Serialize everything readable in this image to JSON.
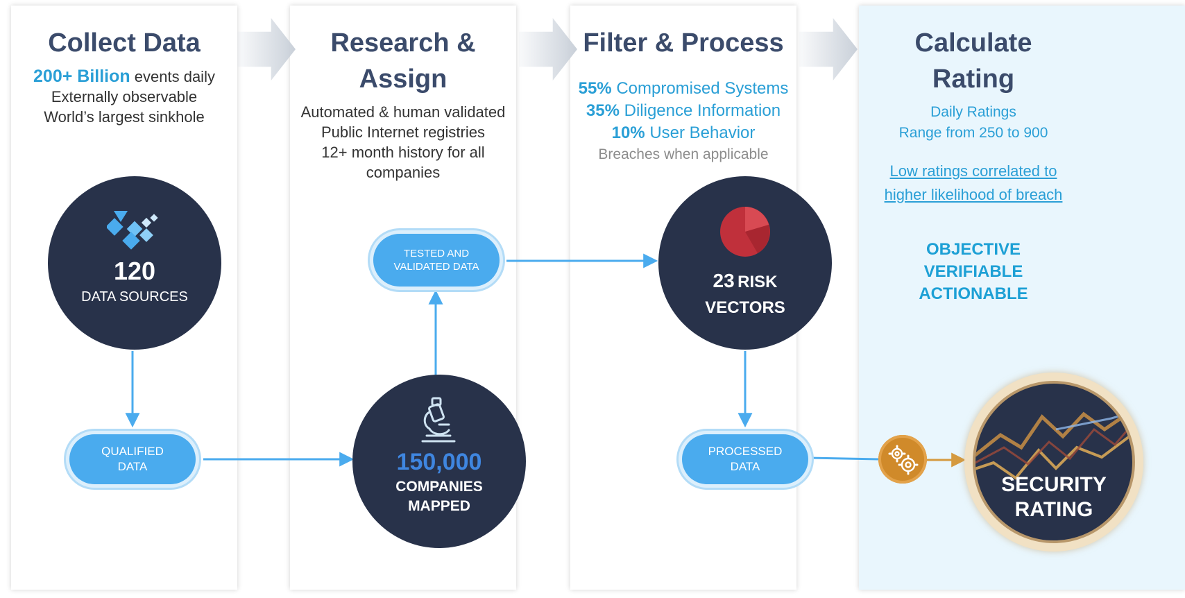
{
  "stages": [
    {
      "title": "Collect Data",
      "line1_highlight": "200+ Billion",
      "line1_rest": " events daily",
      "lines": [
        "Externally observable",
        "World’s largest sinkhole"
      ],
      "circle": {
        "value": "120",
        "label": "DATA SOURCES",
        "icon": "data-rain-icon"
      },
      "pill": [
        "QUALIFIED",
        "DATA"
      ]
    },
    {
      "title_lines": [
        "Research &",
        "Assign"
      ],
      "lines": [
        "Automated & human validated",
        "Public Internet registries",
        "12+ month history for all",
        "companies"
      ],
      "pill": [
        "TESTED AND",
        "VALIDATED DATA"
      ],
      "circle": {
        "value": "150,000",
        "label_lines": [
          "COMPANIES",
          "MAPPED"
        ],
        "icon": "microscope-icon"
      }
    },
    {
      "title": "Filter & Process",
      "weights": [
        {
          "pct": "55%",
          "label": " Compromised Systems"
        },
        {
          "pct": "35%",
          "label": " Diligence Information"
        },
        {
          "pct": "10%",
          "label": " User Behavior"
        }
      ],
      "note": "Breaches when applicable",
      "circle": {
        "value": "23",
        "label_lines": [
          "RISK",
          "VECTORS"
        ],
        "icon": "pie-chart-icon"
      },
      "pill": [
        "PROCESSED",
        "DATA"
      ]
    },
    {
      "title_lines": [
        "Calculate",
        "Rating"
      ],
      "lines": [
        "Daily Ratings",
        "Range from 250 to 900"
      ],
      "links": [
        "Low ratings correlated to",
        "higher likelihood of breach"
      ],
      "attributes": [
        "OBJECTIVE",
        "VERIFIABLE",
        "ACTIONABLE"
      ],
      "circle": {
        "label_lines": [
          "SECURITY",
          "RATING"
        ],
        "icon": "trend-lines-icon"
      },
      "gear_icon": "gears-icon"
    }
  ],
  "colors": {
    "title": "#3b4b6b",
    "accent": "#2a9fd6",
    "circle": "#28324a",
    "pill": "#4aabee",
    "connector": "#4aabee",
    "gold": "#d59a3f"
  }
}
